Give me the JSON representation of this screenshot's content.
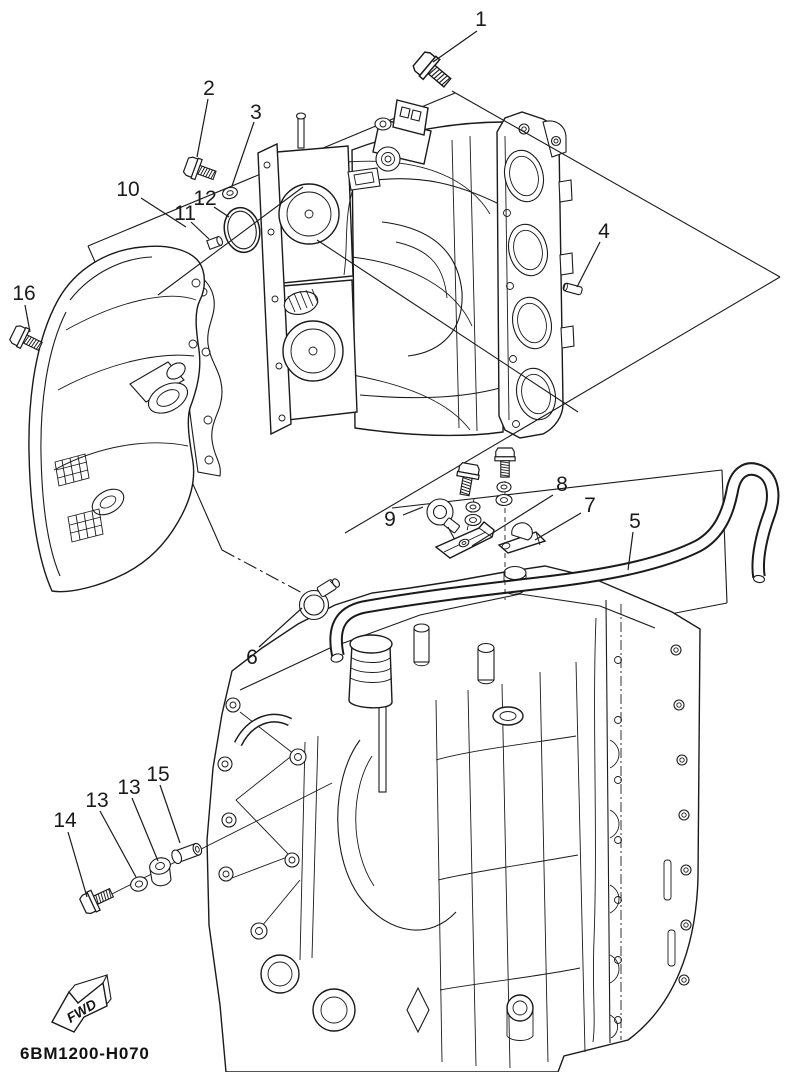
{
  "diagram": {
    "type": "exploded-parts-diagram",
    "figure_code": "6BM1200-H070",
    "direction_indicator": "FWD",
    "background_color": "#ffffff",
    "line_color": "#1a1a1a",
    "callouts": [
      {
        "label": "1"
      },
      {
        "label": "2"
      },
      {
        "label": "3"
      },
      {
        "label": "4"
      },
      {
        "label": "5"
      },
      {
        "label": "6"
      },
      {
        "label": "7"
      },
      {
        "label": "8"
      },
      {
        "label": "9"
      },
      {
        "label": "10"
      },
      {
        "label": "11"
      },
      {
        "label": "12"
      },
      {
        "label": "13"
      },
      {
        "label": "13"
      },
      {
        "label": "14"
      },
      {
        "label": "15"
      },
      {
        "label": "16"
      }
    ]
  }
}
